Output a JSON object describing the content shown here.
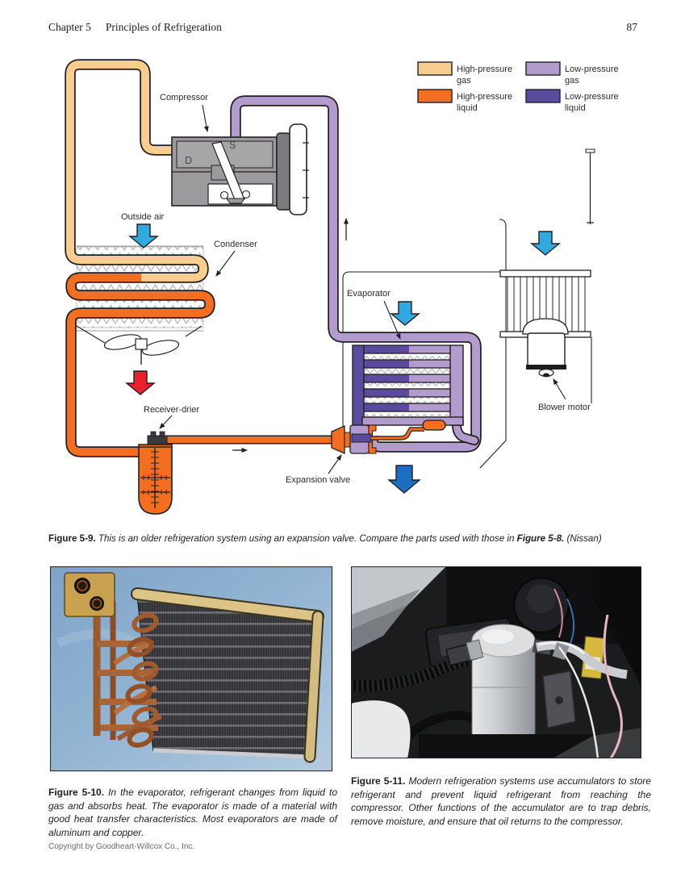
{
  "header": {
    "chapter": "Chapter 5",
    "title": "Principles of Refrigeration",
    "page_number": "87"
  },
  "footer": {
    "text": "Copyright by Goodheart-Willcox Co., Inc."
  },
  "diagram": {
    "legend": [
      {
        "l1": "High-pressure",
        "l2": "gas",
        "color": "#f7ce8f"
      },
      {
        "l1": "High-pressure",
        "l2": "liquid",
        "color": "#f26f21"
      },
      {
        "l1": "Low-pressure",
        "l2": "gas",
        "color": "#b29bcd"
      },
      {
        "l1": "Low-pressure",
        "l2": "liquid",
        "color": "#5a4b9e"
      }
    ],
    "labels": {
      "compressor": "Compressor",
      "outside_air": "Outside air",
      "condenser": "Condenser",
      "receiver_drier": "Receiver-drier",
      "evaporator": "Evaporator",
      "expansion_valve": "Expansion valve",
      "blower_motor": "Blower motor",
      "port_d": "D",
      "port_s": "S"
    }
  },
  "figures": {
    "fig9": {
      "label": "Figure 5-9.",
      "body": "This is an older refrigeration system using an expansion valve. Compare the parts used with those in",
      "ref": "Figure 5-8.",
      "credit": "(Nissan)"
    },
    "fig10": {
      "label": "Figure 5-10.",
      "body": "In the evaporator, refrigerant changes from liquid to gas and absorbs heat. The evaporator is made of a material with good heat transfer characteristics. Most evaporators are made of aluminum and copper.",
      "photo_description": "Copper-tube evaporator core photographed on a blue background"
    },
    "fig11": {
      "label": "Figure 5-11.",
      "body": "Modern refrigeration systems use accumulators to store refrigerant and prevent liquid refrigerant from reaching the compressor. Other functions of the accumulator are to trap debris, remove moisture, and ensure that oil returns to the compressor.",
      "photo_description": "Accumulator installed in a vehicle engine compartment"
    }
  }
}
